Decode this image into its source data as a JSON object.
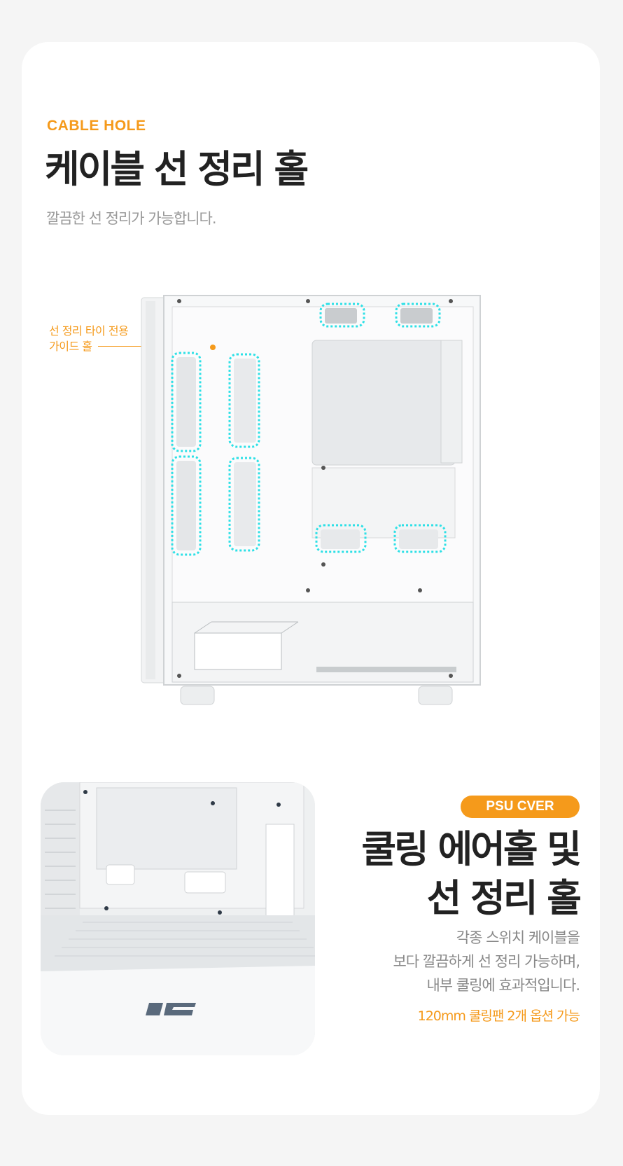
{
  "section1": {
    "eyebrow": "CABLE HOLE",
    "title": "케이블 선 정리 홀",
    "subtitle": "깔끔한 선 정리가 가능합니다.",
    "annotation_line1": "선 정리 타이 전용",
    "annotation_line2": "가이드 홀"
  },
  "section2": {
    "badge": "PSU CVER",
    "title_line1": "쿨링 에어홀 및",
    "title_line2": "선 정리 홀",
    "desc_line1": "각종 스위치 케이블을",
    "desc_line2": "보다 깔끔하게 선 정리 가능하며,",
    "desc_line3": "내부 쿨링에 효과적입니다.",
    "option": "120mm 쿨링팬 2개  옵션 가능"
  },
  "colors": {
    "accent": "#f59a1b",
    "highlight": "#2ee0e6",
    "title": "#222222",
    "text_muted": "#999999"
  }
}
